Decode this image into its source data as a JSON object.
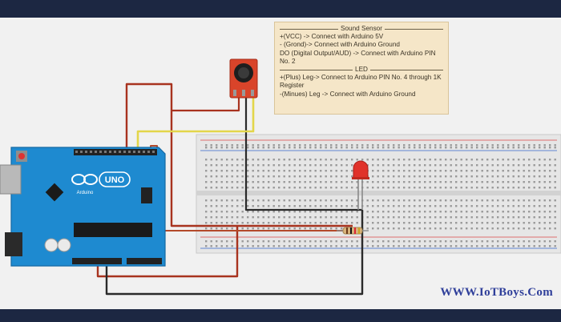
{
  "note": {
    "sensor_header": "Sound Sensor",
    "sensor_lines": [
      "+(VCC) -> Connect with Arduino 5V",
      "- (Grond)-> Connect with Arduino Ground",
      "DO (Digital Output/AUD) -> Connect with Arduino PIN No. 2"
    ],
    "led_header": "LED",
    "led_lines": [
      "+(Plus) Leg-> Connect to Arduino PIN No. 4 through 1K Register",
      "-(Minues) Leg -> Connect with Arduino Ground"
    ]
  },
  "board": {
    "model_label": "UNO",
    "brand_label": "Arduino"
  },
  "watermark": "WWW.IoTBoys.Com",
  "colors": {
    "board_blue": "#1e8ad0",
    "wire_red": "#a8331f",
    "wire_black": "#2a2a2a",
    "wire_yellow": "#e3d64a",
    "sensor_red": "#d9442a",
    "led_red": "#e0322a",
    "note_bg": "#f5e6c8",
    "watermark": "#2f3f9a"
  },
  "icons": [
    "arduino-logo-icon",
    "microphone-icon",
    "led-icon",
    "resistor-icon"
  ]
}
